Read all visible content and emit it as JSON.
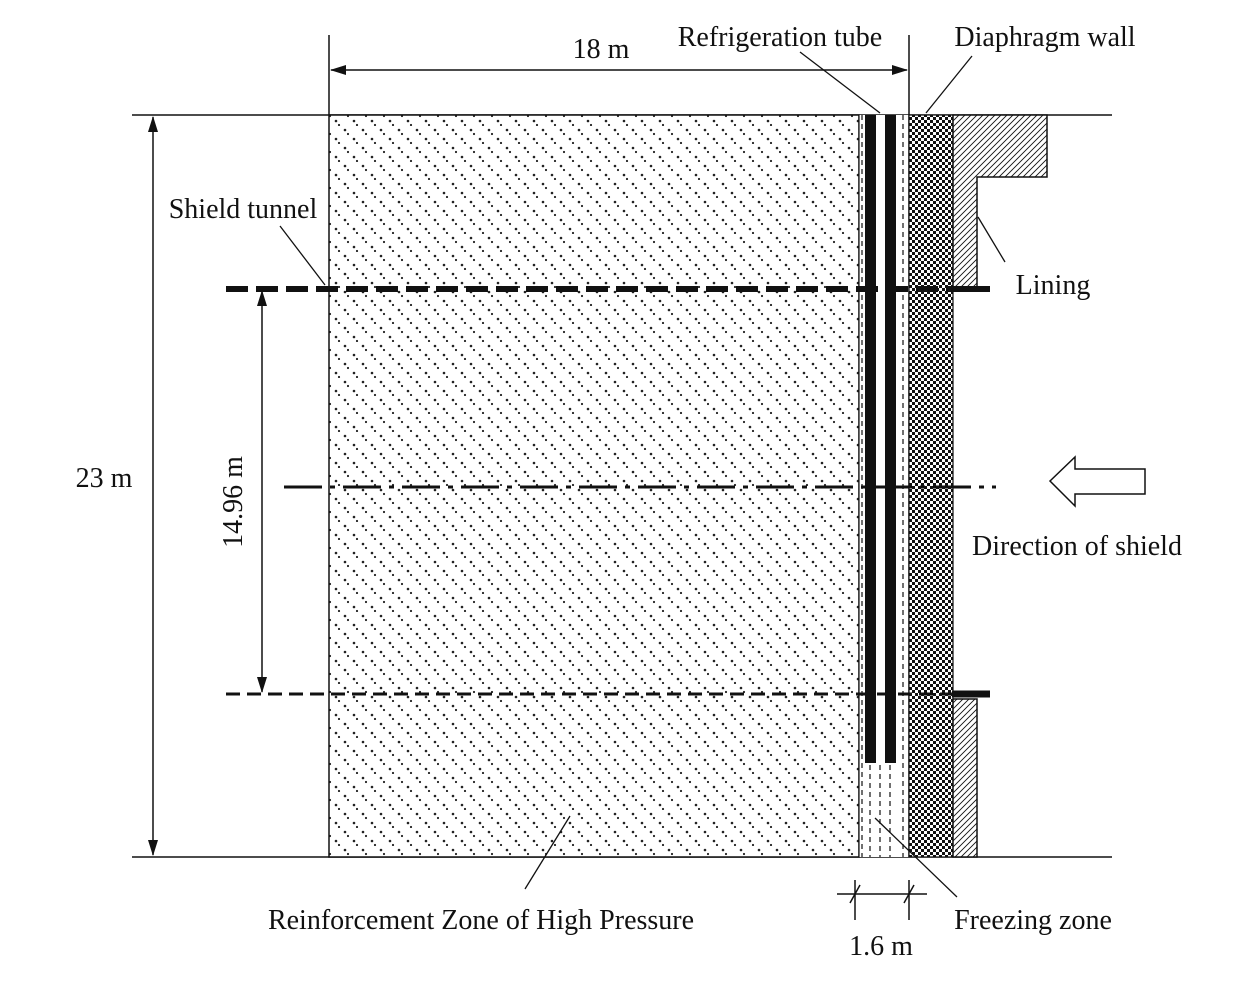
{
  "labels": {
    "refrigeration_tube": "Refrigeration tube",
    "diaphragm_wall": "Diaphragm wall",
    "shield_tunnel": "Shield tunnel",
    "lining": "Lining",
    "direction_of_shield": "Direction of shield",
    "reinforcement_zone": "Reinforcement Zone of High Pressure",
    "freezing_zone": "Freezing zone"
  },
  "dimensions": {
    "width_18": "18 m",
    "height_23": "23 m",
    "tunnel_diameter": "14.96 m",
    "freezing_width": "1.6 m"
  },
  "icons": {
    "arrow": "hollow-left-arrow"
  }
}
